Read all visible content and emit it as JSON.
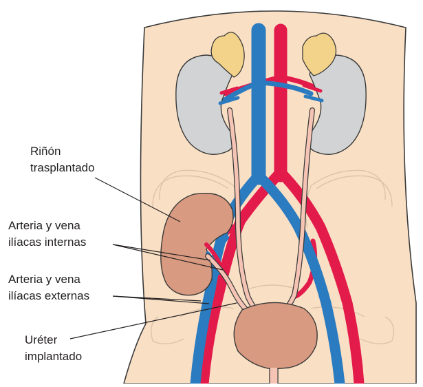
{
  "labels": {
    "transplanted_kidney": [
      "Riñón",
      "trasplantado"
    ],
    "internal_iliac": [
      "Arteria y vena",
      "ilíacas internas"
    ],
    "external_iliac": [
      "Arteria y vena",
      "ilíacas externas"
    ],
    "implanted_ureter": [
      "Uréter",
      "implantado"
    ]
  },
  "colors": {
    "skin": "#f9dfc4",
    "outline": "#3a3a3a",
    "artery": "#e31b4b",
    "vein": "#2a7bbf",
    "kidney": "#d1d3d4",
    "transplanted_kidney": "#d89a80",
    "adrenal": "#f3d38a",
    "ureter": "#f5c4b4",
    "bladder": "#d89a80",
    "pelvis_line": "#dcc4aa",
    "leader": "#231f20"
  }
}
